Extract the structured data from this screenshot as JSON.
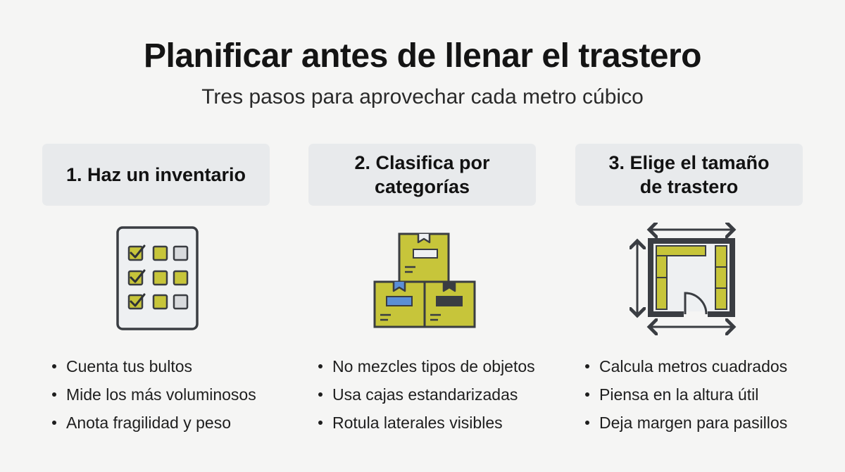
{
  "title": "Planificar antes de llenar el trastero",
  "subtitle": "Tres pasos para aprovechar cada metro cúbico",
  "colors": {
    "accent_olive": "#c7c53a",
    "outline": "#3a3d42",
    "card_bg": "#e8eaec",
    "blue": "#5b8fd6"
  },
  "steps": [
    {
      "heading": "1. Haz un inventario",
      "icon": "checklist-icon",
      "bullets": [
        "Cuenta tus bultos",
        "Mide los más voluminosos",
        "Anota fragilidad y peso"
      ]
    },
    {
      "heading": "2. Clasifica por\ncategorías",
      "icon": "stacked-boxes-icon",
      "bullets": [
        "No mezcles tipos de objetos",
        "Usa cajas estandarizadas",
        "Rotula laterales visibles"
      ]
    },
    {
      "heading": "3. Elige el tamaño\nde trastero",
      "icon": "floor-plan-icon",
      "bullets": [
        "Calcula metros cuadrados",
        "Piensa en la altura útil",
        "Deja margen para pasillos"
      ]
    }
  ]
}
